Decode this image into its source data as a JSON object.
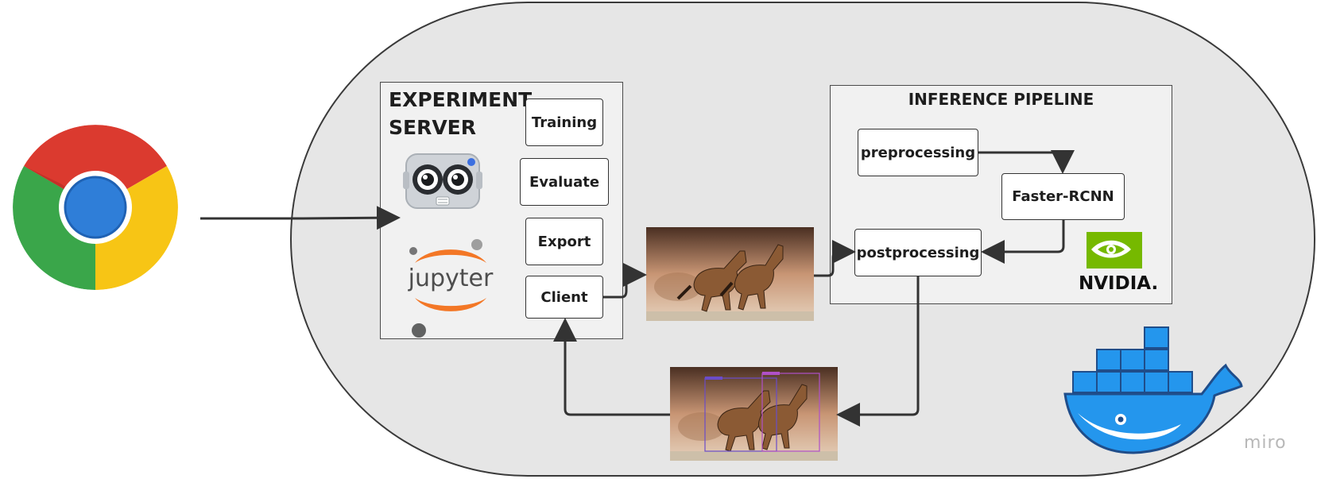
{
  "experiment_server": {
    "title_line1": "EXPERIMENT",
    "title_line2": "SERVER",
    "buttons": {
      "training": "Training",
      "evaluate": "Evaluate",
      "export": "Export",
      "client": "Client"
    },
    "jupyter_label": "jupyter"
  },
  "inference_pipeline": {
    "title": "INFERENCE PIPELINE",
    "steps": {
      "preprocessing": "preprocessing",
      "model": "Faster-RCNN",
      "postprocessing": "postprocessing"
    },
    "nvidia_label": "NVIDIA."
  },
  "watermark": "miro",
  "colors": {
    "container_fill": "#e6e6e6",
    "panel_fill": "#f1f1f1",
    "arrow": "#333333",
    "nvidia_green": "#76b900",
    "docker_blue": "#2496ed",
    "jupyter_orange": "#f37726"
  }
}
